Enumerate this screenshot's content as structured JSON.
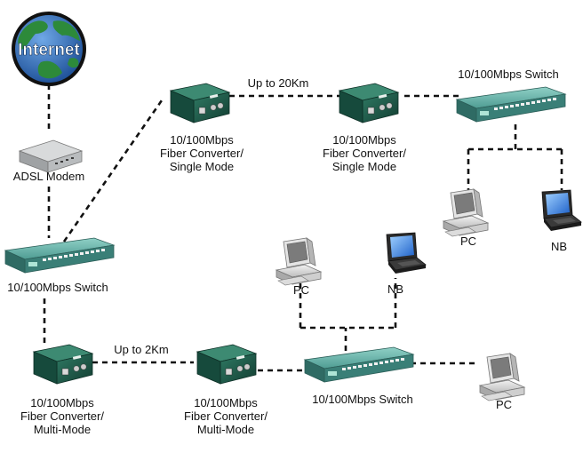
{
  "globe": {
    "label": "Internet"
  },
  "modem": {
    "label": "ADSL Modem"
  },
  "switches": {
    "top_right": "10/100Mbps Switch",
    "left": "10/100Mbps Switch",
    "bottom_center": "10/100Mbps Switch"
  },
  "converters": {
    "single_mode_1": [
      "10/100Mbps",
      "Fiber Converter/",
      "Single Mode"
    ],
    "single_mode_2": [
      "10/100Mbps",
      "Fiber Converter/",
      "Single Mode"
    ],
    "multi_mode_1": [
      "10/100Mbps",
      "Fiber Converter/",
      "Multi-Mode"
    ],
    "multi_mode_2": [
      "10/100Mbps",
      "Fiber Converter/",
      "Multi-Mode"
    ]
  },
  "links": {
    "single_mode_distance": "Up to 20Km",
    "multi_mode_distance": "Up to 2Km"
  },
  "clients": {
    "top_right_pc": "PC",
    "top_right_nb": "NB",
    "center_pc": "PC",
    "center_nb": "NB",
    "bottom_right_pc": "PC"
  },
  "colors": {
    "switch": "#4f9c93",
    "converter": "#1f5a4a",
    "modem": "#b9bcbe",
    "globe_ocean": "#2f6db7",
    "globe_land": "#2d8a3a"
  }
}
